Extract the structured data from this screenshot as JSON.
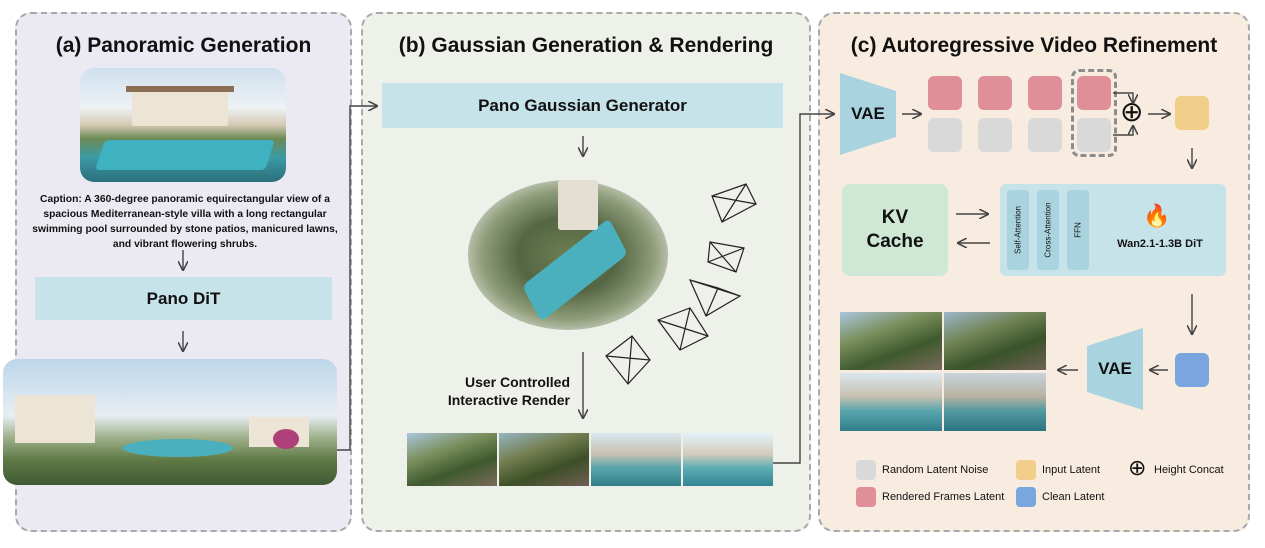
{
  "panel_a": {
    "title": "(a) Panoramic Generation",
    "caption": "Caption: A 360-degree panoramic equirectangular view of a spacious Mediterranean-style villa with a long rectangular swimming pool surrounded by stone patios, manicured lawns, and vibrant flowering shrubs.",
    "model_label": "Pano DiT"
  },
  "panel_b": {
    "title": "(b) Gaussian Generation & Rendering",
    "generator_label": "Pano Gaussian Generator",
    "render_label_line1": "User Controlled",
    "render_label_line2": "Interactive Render"
  },
  "panel_c": {
    "title": "(c) Autoregressive Video Refinement",
    "vae_top": "VAE",
    "vae_bottom": "VAE",
    "kv_cache_line1": "KV",
    "kv_cache_line2": "Cache",
    "self_attention": "Self-Attention",
    "cross_attention": "Cross-Attention",
    "ffn": "FFN",
    "dit_label": "Wan2.1-1.3B DiT",
    "fire_emoji": "🔥",
    "plus_symbol": "⊕"
  },
  "legend": {
    "random_noise": "Random Latent Noise",
    "input_latent": "Input Latent",
    "height_concat": "Height Concat",
    "rendered_frames": "Rendered Frames Latent",
    "clean_latent": "Clean Latent"
  },
  "colors": {
    "panel_a_bg": "#ebeaf3",
    "panel_b_bg": "#eef0ea",
    "panel_c_bg": "#f8ece0",
    "light_blue_box": "#c7e3ea",
    "kv_green": "#cfe8d6",
    "rendered_latent": "#e08f98",
    "noise_latent": "#d9d9d9",
    "input_latent": "#f1cf8a",
    "clean_latent": "#7aa6e0"
  }
}
